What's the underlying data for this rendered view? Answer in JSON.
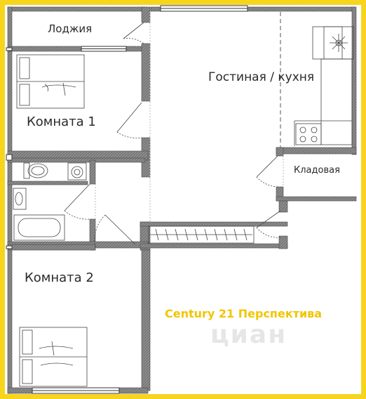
{
  "rooms": {
    "loggia": "Лоджия",
    "living_kitchen": "Гостиная / кухня",
    "room1": "Комната 1",
    "room2": "Комната 2",
    "storage": "Кладовая"
  },
  "agency_caption": "Century 21 Перспектива",
  "watermark": "циан",
  "colors": {
    "frame": "#f7d51d",
    "walls": "#6b6b6b",
    "brand_text": "#f2c500",
    "line": "#555555"
  },
  "icons": [
    "bed-icon",
    "toilet-icon",
    "washing-machine-icon",
    "sink-icon",
    "bathtub-icon",
    "stove-icon",
    "fridge-icon",
    "wardrobe-icon"
  ]
}
